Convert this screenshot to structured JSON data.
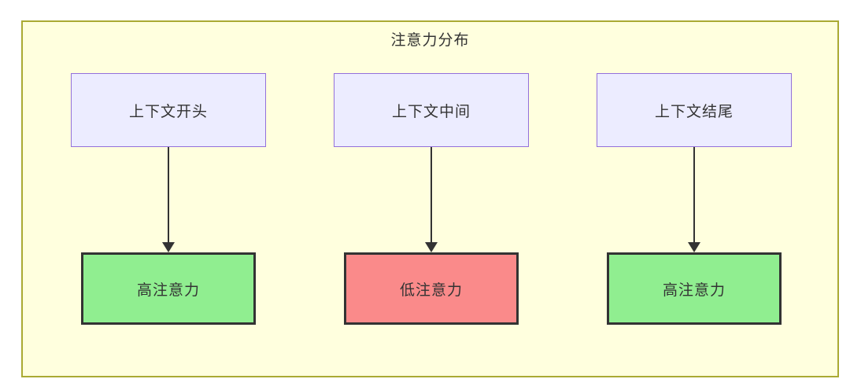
{
  "diagram": {
    "title": "注意力分布",
    "columns": [
      {
        "source": "上下文开头",
        "result": "高注意力",
        "result_type": "high"
      },
      {
        "source": "上下文中间",
        "result": "低注意力",
        "result_type": "low"
      },
      {
        "source": "上下文结尾",
        "result": "高注意力",
        "result_type": "high"
      }
    ],
    "colors": {
      "container_fill": "#ffffde",
      "container_border": "#aaaa33",
      "source_fill": "#ececff",
      "source_border": "#9370db",
      "high_fill": "#90ee90",
      "low_fill": "#fa8a8a",
      "result_border": "#333333",
      "text": "#333333",
      "arrow": "#333333"
    }
  }
}
